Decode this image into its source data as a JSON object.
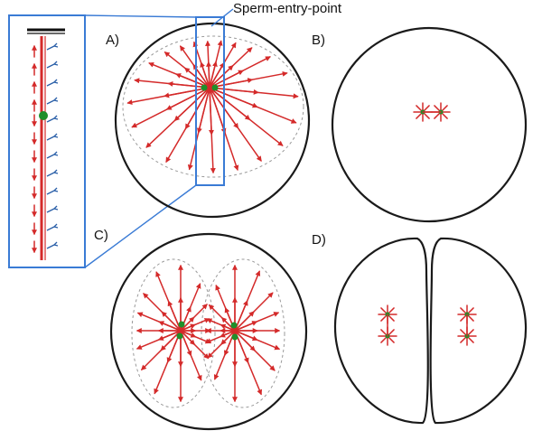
{
  "labels": {
    "panel_a": "A)",
    "panel_b": "B)",
    "panel_c": "C)",
    "panel_d": "D)",
    "callout": "Sperm-entry-point"
  },
  "colors": {
    "microtubule": "#d42a2a",
    "centrosome": "#1f8f2a",
    "cell_outline": "#1a1a1a",
    "inset_box": "#3a7bd5",
    "vesicle": "#2a5fa8"
  }
}
